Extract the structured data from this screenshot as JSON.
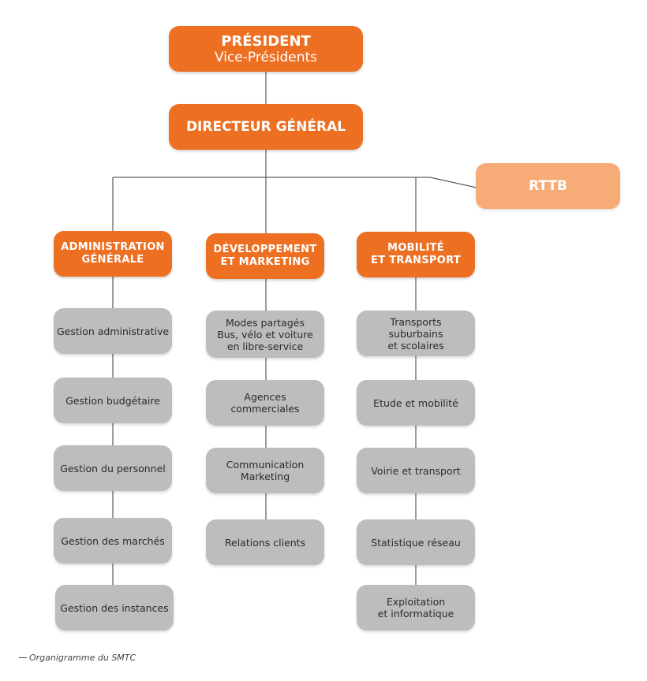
{
  "top": {
    "president": "PRÉSIDENT",
    "vice_presidents": "Vice-Présidents",
    "director": "DIRECTEUR GÉNÉRAL",
    "rttb": "RTTB"
  },
  "departments": [
    {
      "title_lines": [
        "ADMINISTRATION",
        "GÉNÉRALE"
      ],
      "units": [
        [
          "Gestion administrative"
        ],
        [
          "Gestion budgétaire"
        ],
        [
          "Gestion du personnel"
        ],
        [
          "Gestion des marchés"
        ],
        [
          "Gestion des instances"
        ]
      ]
    },
    {
      "title_lines": [
        "DÉVELOPPEMENT",
        "ET MARKETING"
      ],
      "units": [
        [
          "Modes partagés",
          "Bus, vélo et voiture",
          "en libre-service"
        ],
        [
          "Agences",
          "commerciales"
        ],
        [
          "Communication",
          "Marketing"
        ],
        [
          "Relations clients"
        ]
      ]
    },
    {
      "title_lines": [
        "MOBILITÉ",
        "ET TRANSPORT"
      ],
      "units": [
        [
          "Transports",
          "suburbains",
          "et scolaires"
        ],
        [
          "Etude et mobilité"
        ],
        [
          "Voirie et transport"
        ],
        [
          "Statistique réseau"
        ],
        [
          "Exploitation",
          "et informatique"
        ]
      ]
    }
  ],
  "caption": "Organigramme du SMTC",
  "colors": {
    "orange": "#ec6f22",
    "light_orange": "#f7ab76",
    "grey": "#bdbdbd",
    "line": "#3a3a3a"
  }
}
